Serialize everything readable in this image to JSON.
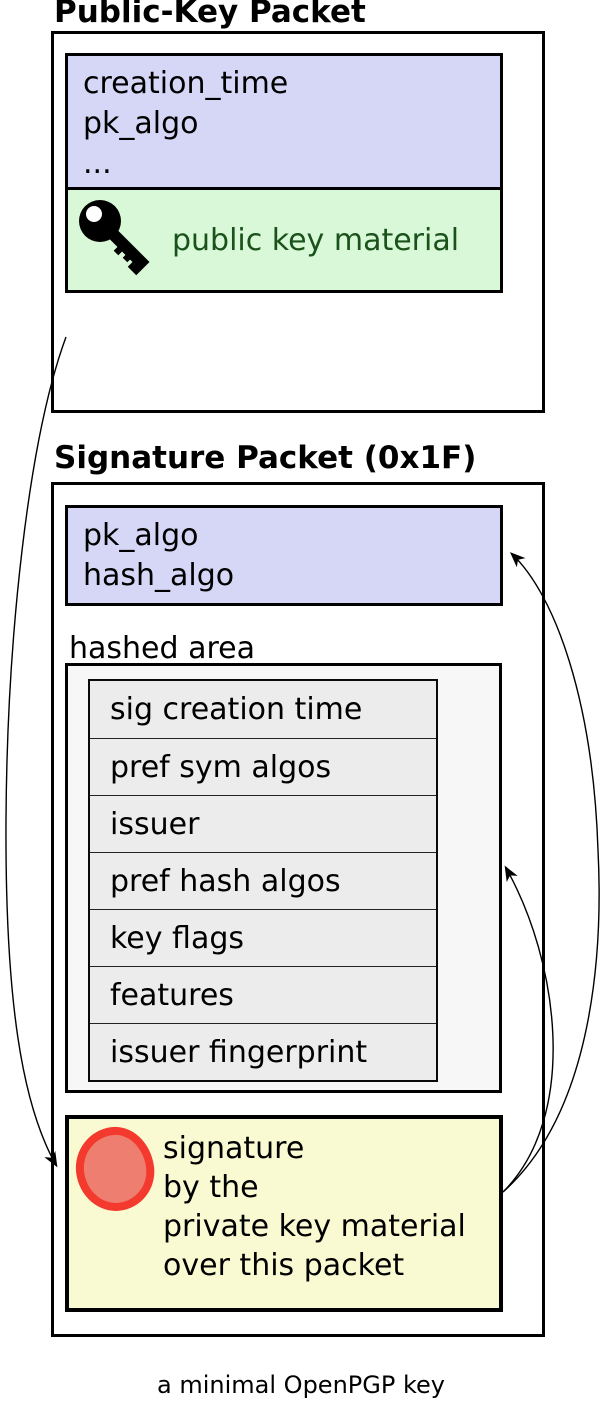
{
  "public_key_packet": {
    "title": "Public-Key Packet",
    "header_fields": [
      "creation_time",
      "pk_algo",
      "..."
    ],
    "material": {
      "icon": "key-icon",
      "label": "public key material"
    }
  },
  "signature_packet": {
    "title": "Signature Packet (0x1F)",
    "header_fields": [
      "pk_algo",
      "hash_algo"
    ],
    "hashed_area": {
      "label": "hashed area",
      "subpackets": [
        "sig creation time",
        "pref sym algos",
        "issuer",
        "pref hash algos",
        "key flags",
        "features",
        "issuer fingerprint"
      ]
    },
    "signature": {
      "icon": "seal-icon",
      "lines": [
        "signature",
        "by the",
        "private key material",
        "over this packet"
      ]
    }
  },
  "caption": "a minimal OpenPGP key",
  "colors": {
    "header_fill": "#d6d6f6",
    "key_material_fill": "#d8f8d8",
    "key_material_text": "#1b521b",
    "hashed_area_fill": "#f7f7f7",
    "subpacket_fill": "#ececec",
    "signature_fill": "#fafad2",
    "seal_ring": "#f43a2e",
    "seal_fill": "#ee7f70",
    "border": "#000000"
  }
}
